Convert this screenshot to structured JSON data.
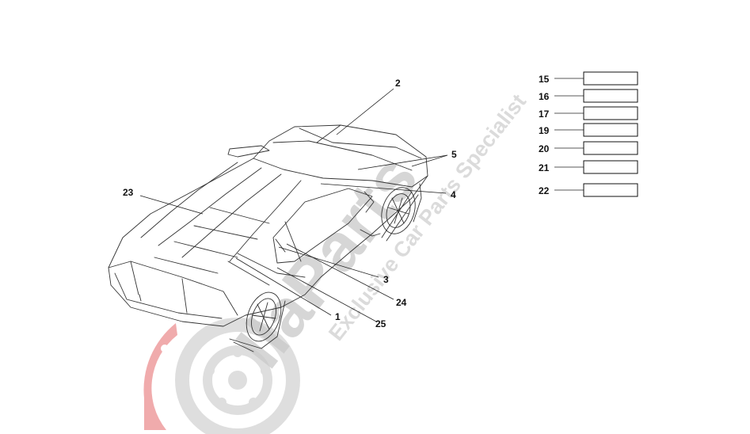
{
  "watermark": {
    "brand": "Parts",
    "brand_prefix": "Ila",
    "slogan": "Exclusive Car Parts Specialist",
    "colors": {
      "red": "#e0464a",
      "grey": "#c8c8c8"
    }
  },
  "callouts": [
    {
      "id": "2",
      "label": "2"
    },
    {
      "id": "5",
      "label": "5"
    },
    {
      "id": "4",
      "label": "4"
    },
    {
      "id": "23",
      "label": "23"
    },
    {
      "id": "3",
      "label": "3"
    },
    {
      "id": "24",
      "label": "24"
    },
    {
      "id": "1",
      "label": "1"
    },
    {
      "id": "25",
      "label": "25"
    }
  ],
  "legend": [
    {
      "label": "15"
    },
    {
      "label": "16"
    },
    {
      "label": "17"
    },
    {
      "label": "19"
    },
    {
      "label": "20"
    },
    {
      "label": "21"
    },
    {
      "label": "22"
    }
  ]
}
